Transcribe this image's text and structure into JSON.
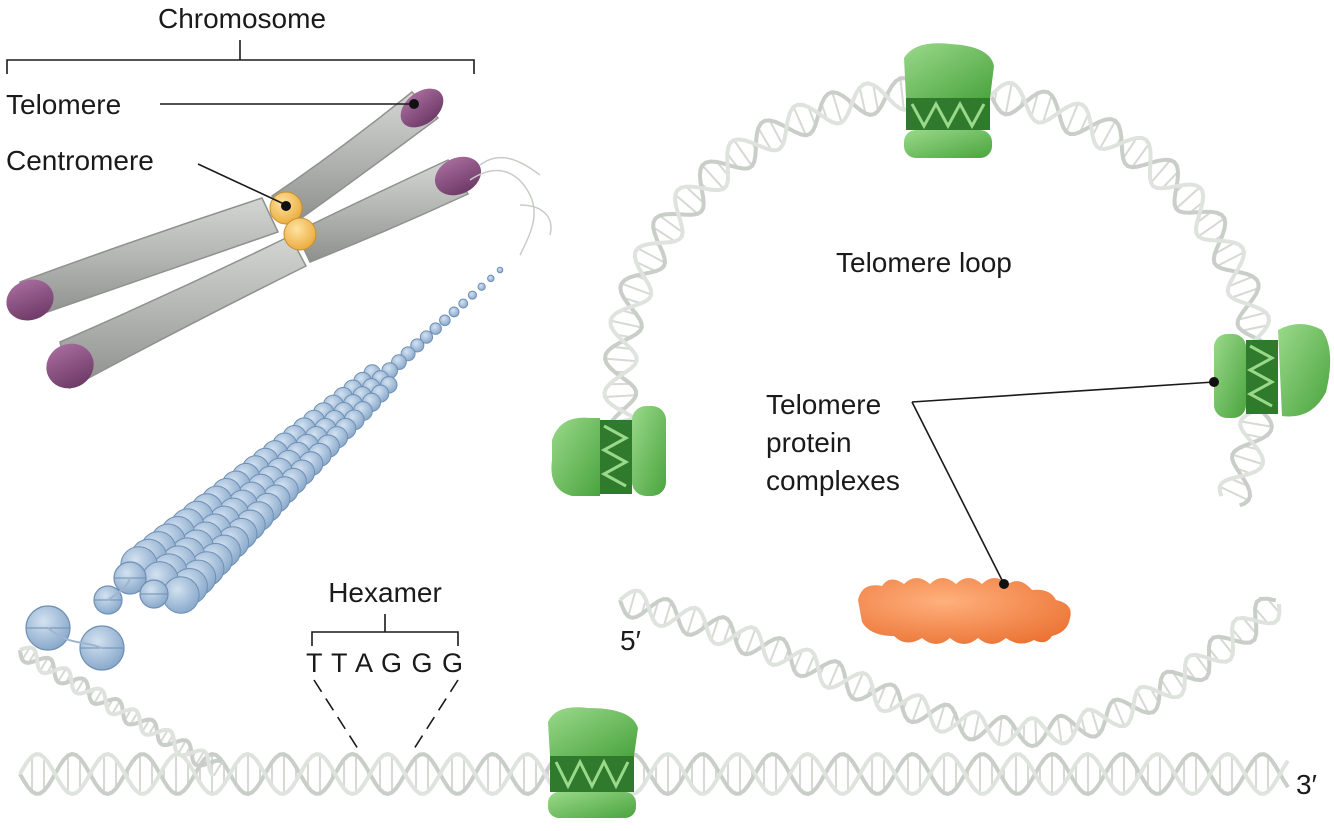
{
  "labels": {
    "chromosome": "Chromosome",
    "telomere": "Telomere",
    "centromere": "Centromere",
    "telomere_loop": "Telomere loop",
    "protein_complexes_line1": "Telomere",
    "protein_complexes_line2": "protein",
    "protein_complexes_line3": "complexes",
    "hexamer": "Hexamer",
    "sequence": "T T A G G G",
    "five_prime": "5′",
    "three_prime": "3′"
  },
  "colors": {
    "chromosome_arm": "#b9bbb9",
    "telomere_cap": "#8e4f86",
    "centromere": "#f4c15a",
    "nucleosome": "#9fbbd8",
    "dna": "#d3d7d2",
    "protein_green": "#6cc160",
    "protein_green_dark": "#2f7a2c",
    "protein_orange": "#f4884a"
  }
}
